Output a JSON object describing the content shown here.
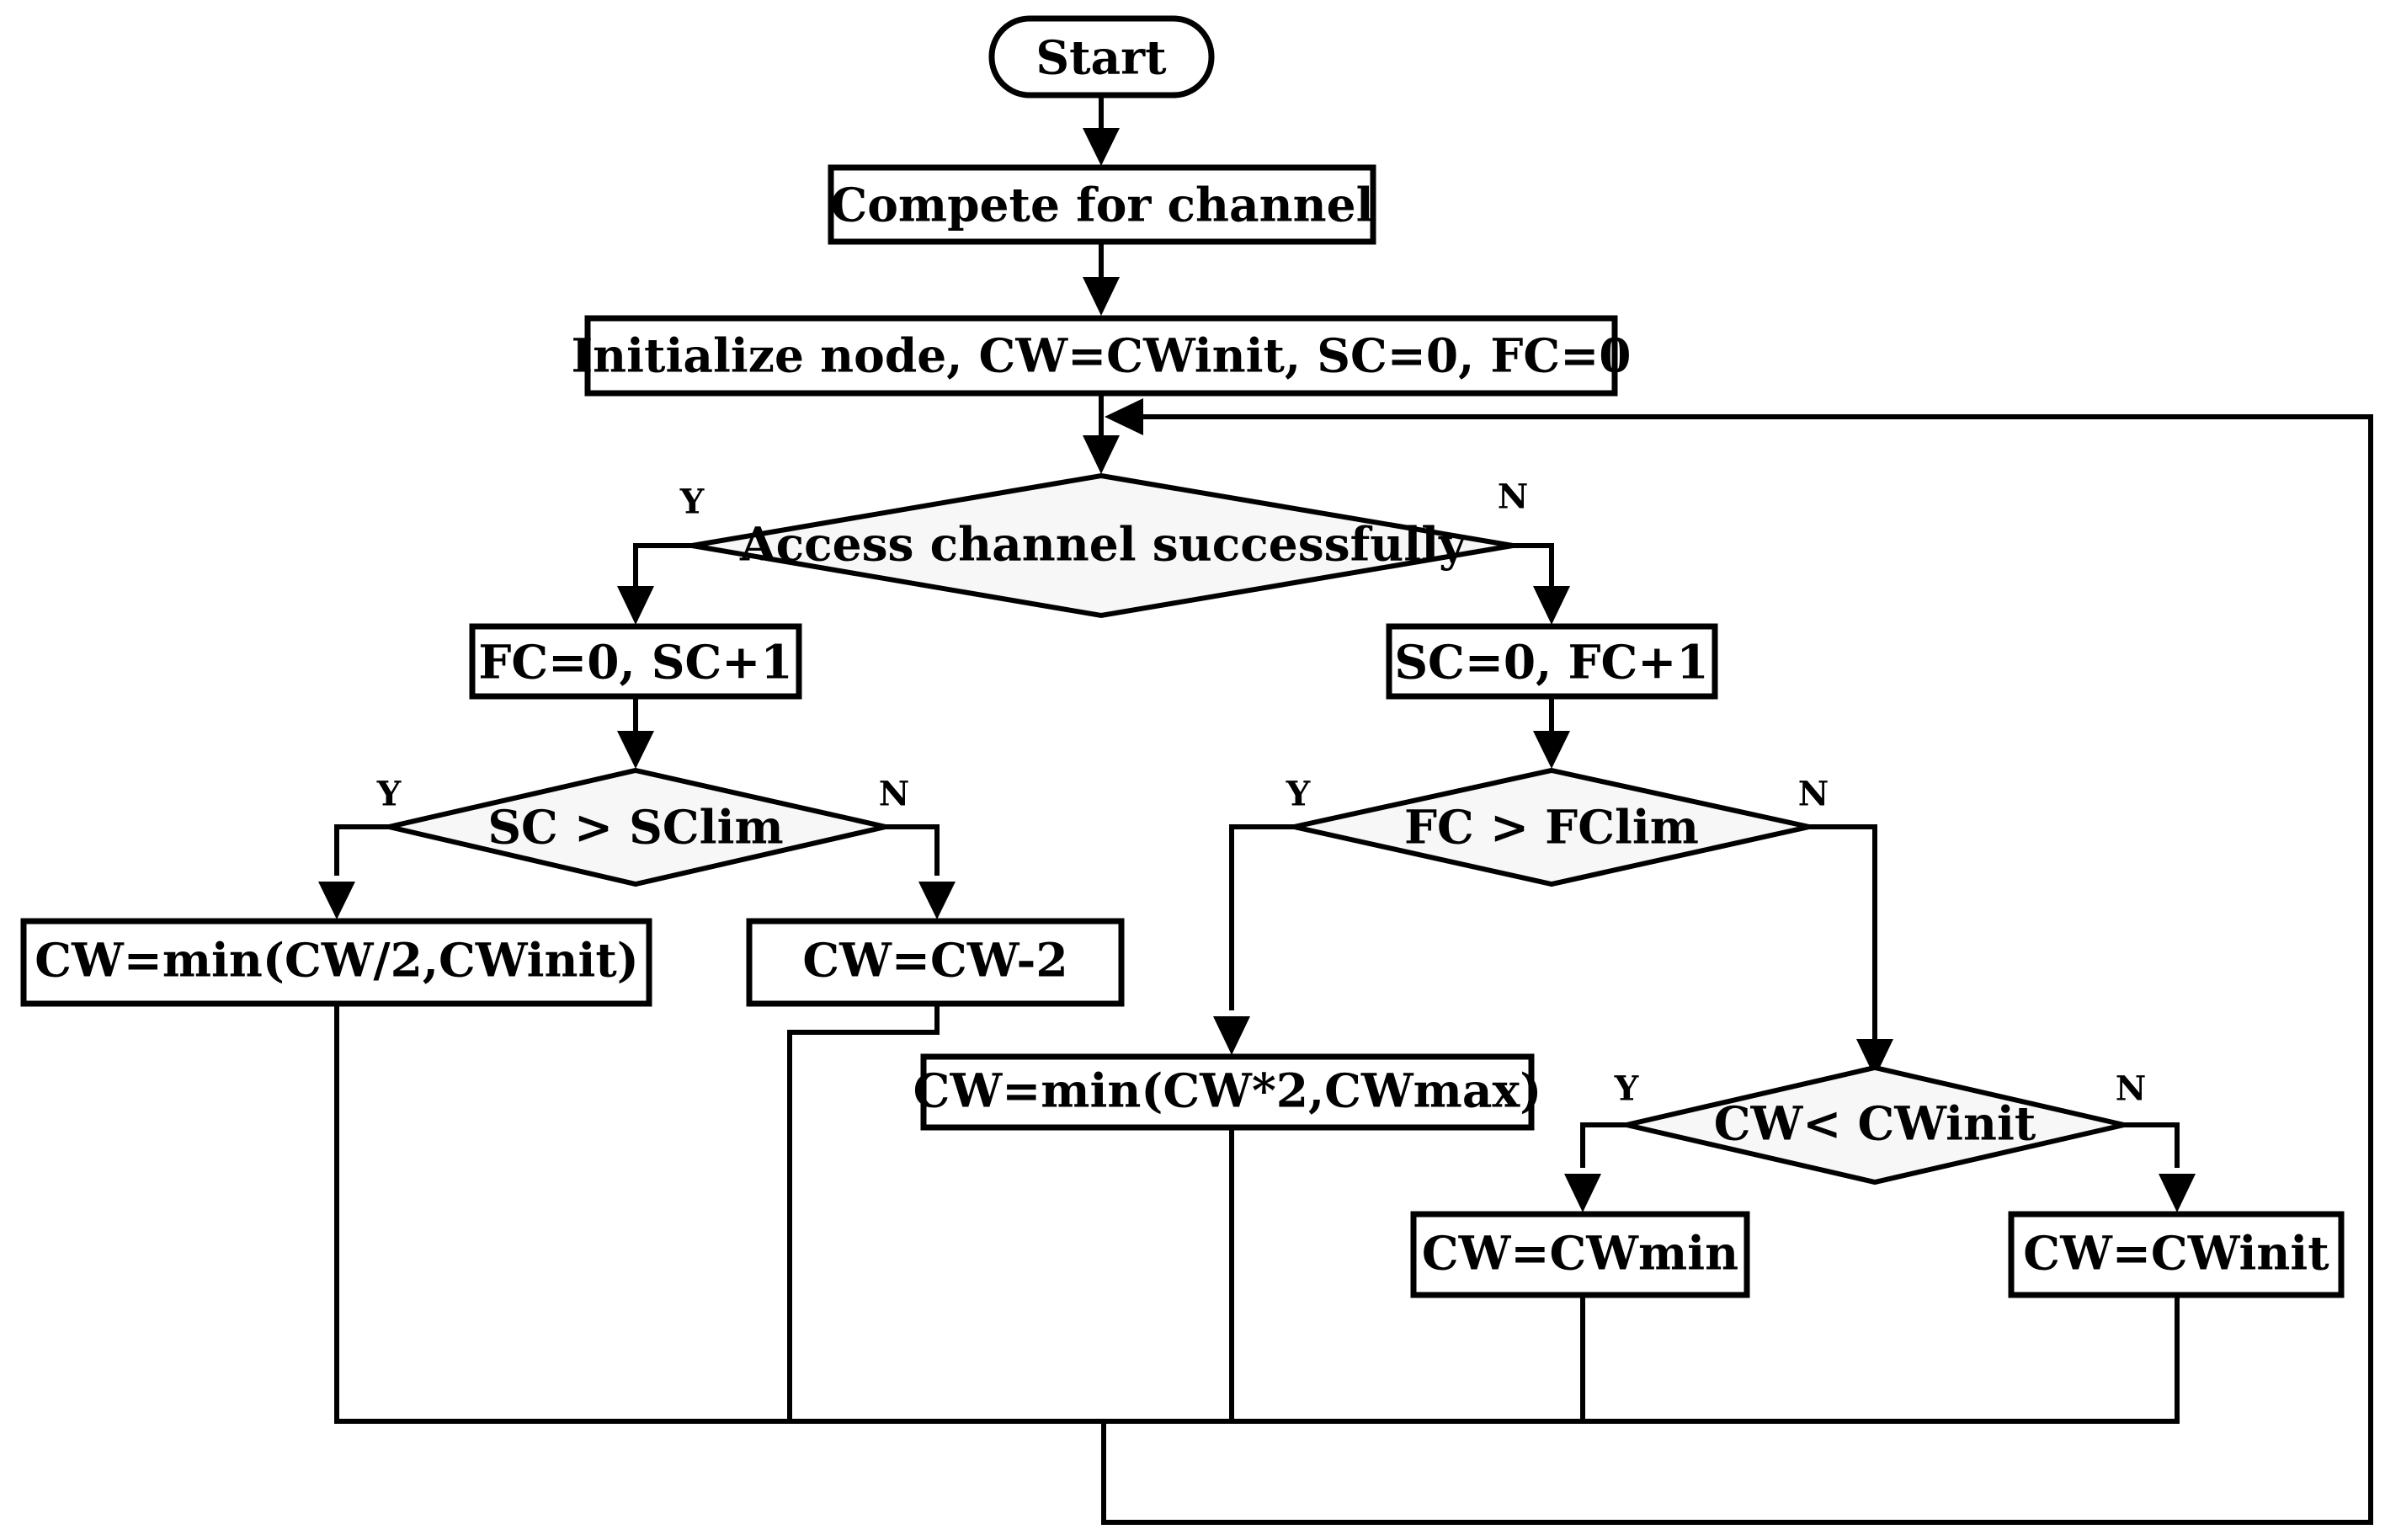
{
  "nodes": {
    "start": "Start",
    "compete": "Compete for channel",
    "initialize": "Initialize node, CW=CWinit, SC=0, FC=0",
    "access": "Access channel successfully",
    "success_update": "FC=0, SC+1",
    "fail_update": "SC=0, FC+1",
    "sc_check": "SC > SClim",
    "fc_check": "FC > FClim",
    "cw_half": "CW=min(CW/2,CWinit)",
    "cw_minus2": "CW=CW-2",
    "cw_double": "CW=min(CW*2,CWmax)",
    "cw_check": "CW< CWinit",
    "cw_min": "CW=CWmin",
    "cw_init": "CW=CWinit"
  },
  "branches": {
    "yes": "Y",
    "no": "N"
  }
}
